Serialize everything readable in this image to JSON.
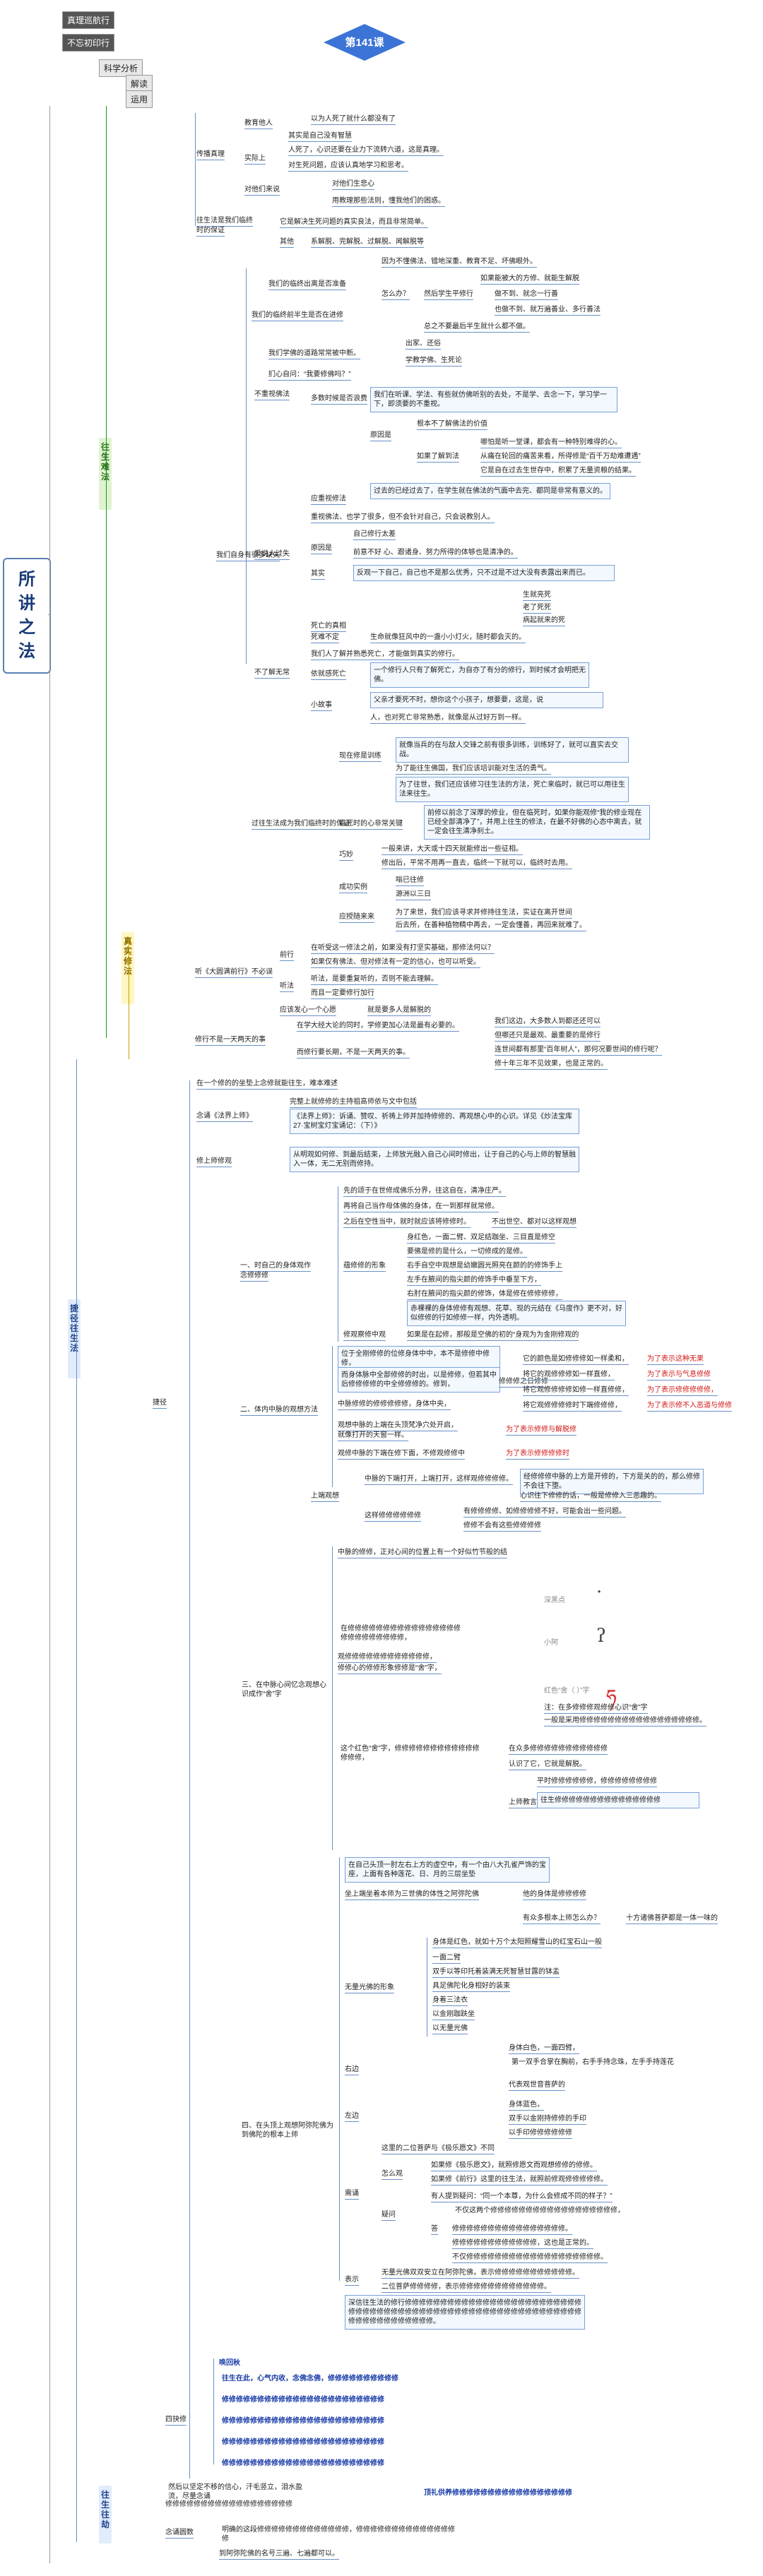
{
  "header": {
    "nav1": "真理巡航行",
    "nav2": "不忘初印行",
    "badge": "第141课",
    "sub1": "科学分析",
    "sub2": "解读",
    "sub3": "运用"
  },
  "root": "所讲之法",
  "branches": {
    "main1": "往生难法",
    "main2": "真实修法",
    "main3": "捷径往生法",
    "main4": "往生往劫"
  },
  "s1": {
    "chuanbo": "传播真理",
    "jiaoyu": "教育他人",
    "shishang": "实际上",
    "l1": "以为人死了就什么都没有了",
    "l2": "其实是自己没有智慧",
    "l3": "人死了，心识还要在业力下流转六道，这是真理。",
    "l4": "对生死问题，应该认真地学习和思考。",
    "l5": "对他们来说",
    "l6": "对他们生悲心",
    "l7": "用教理那些法则，懂我他们的困惑。",
    "t1": "往生法是我们临终",
    "t1b": "时的保证",
    "t2": "它是解决生死问题的真实良法，而且非常简单。",
    "qita": "其他",
    "t3": "系解脱、完解脱、过解脱、闻解脱等",
    "zhunbei": "我们的临终出离是否准备",
    "z1": "因为不懂佛法、错地深重、教育不足、坏佛眼外。",
    "zenme": "怎么办？",
    "z2": "如果能被大的方修、就能生解脱",
    "z3": "然后学生平修行",
    "z4": "做不到、就念一行善",
    "z5": "也做不到、就万遍善业、多行善法",
    "z6": "总之不要最后半生就什么都不做。",
    "jingshang": "我们的临终前半生是否在进修",
    "z7": "出家、还俗",
    "xuefo": "我们学佛的道路常常被中断。",
    "z8": "学教学佛、生死论",
    "fadan": "我们自身有很多缺失",
    "q1": "扪心自问：“我要修佛吗？”",
    "buxiang": "不重视佛法",
    "d1": "多数时候是否浪费",
    "d2": "我们在听课、学法、有些就仿佛听别的去处，不是学、去念一下，学习学一下，即须要的不重视。",
    "yuanyin": "原因是",
    "d3": "根本不了解佛法的价值",
    "liaojie": "如果了解到法",
    "d4": "哪怕是听一堂课，都会有一种特别难得的心。",
    "d5": "从痛在轮回的痛苦来看，所得修是“百千万劫难遭遇”",
    "d6": "它是自在过去生世存中，积累了无量资粮的结果。",
    "xiuchi": "应重视修法",
    "d7": "过去的已经过去了，在学生就在佛法的气面中去完、都同是非常有意义的。",
    "d8": "重视佛法、也学了很多，但不会针对自己，只会说教别人。",
    "ai": "爱说人过失",
    "d9": "自己修行太差",
    "yuanyin2": "原因是",
    "d10": "前意不好          心、跟诸身、努力所得的体够也是清净的。",
    "qishi": "其实",
    "d11": "反观一下自己，自己也不是那么优秀，只不过是不过大没有表露出来而已。",
    "bucun": "不了解无常",
    "sicun": "死亡的真相",
    "d12": "生就亮死",
    "d13": "老了死死",
    "d14": "病起就来的死",
    "sheng": "死难不定",
    "d15": "生命就像狂风中的一盏小小灯火，随时都会灭的。",
    "d16": "我们人了解并熟悉死亡，才能做到真实的修行。",
    "yanqi": "依就感死亡",
    "d17": "一个修行人只有了解死亡，为自亦了有分的修行，到时候才会明把无佛。",
    "xiaogu": "小故事",
    "d18": "父亲才要死不时，想你这个小孩子，想要要，这是，说",
    "d19": "人，也对死亡非常熟悉，就像是从过好万到一样。",
    "baozheng": "过往生法成为我们临终时的保证",
    "d20": "现在修是训练",
    "d21": "就像当兵的在与敌人交锋之前有很多训练，训练好了，就可以直实去交战。",
    "d22": "为了能往生佛国，我们应该培训能对生活的勇气。",
    "d23": "为了往世，我们还应该修习往生法的方法，死亡来临时，就已可以用往生法来往生。",
    "linzhong": "临死时的心非常关键",
    "d24": "前修以前念了深厚的修业，但在临死时，如果你能观修“我的修业现在已经全部清净了”，并用上往生的修法，在最不好佛的心态中离去，就一定会往生清净刹土。",
    "qiaomiao": "巧妙",
    "d25": "一般来讲，大天或十四天就能修出一些征相。",
    "d26": "修出后，平常不用再一直去，临终一下就可以，临终时去用。",
    "chenggong": "成功实例",
    "d27": "嗡已往修",
    "d28": "源洲以三日",
    "yingshou": "应授随来来",
    "d29": "为了来世，我们应该寻求并修持往生法，实证在离开世间",
    "d30": "后去所，在善种植物精中再去，一定会懂善，再回来就难了。",
    "xinfa": "听《大圆满前行》不必误",
    "qianxing": "前行",
    "q2": "在听受这一修法之前，如果没有打坚实基础，那修法何以？",
    "q3": "如果仅有佛法、但对修法有一定的信心，也可以听受。",
    "zhengxing": "听法",
    "q4": "听法，是要重复听的，否则不能去理解。",
    "q5": "而且一定要修行加行",
    "shiyuan": "应该发心一个心愿",
    "q6": "就是要多人是解脱的",
    "xiuxing": "修行不是一天两天的事",
    "q7": "在学大经大论的同时，学修更加心法是最有必要的。",
    "q8": "我们这边，大多数人到都还还可以",
    "q9": "但哪还只是最观、最重要的是修行",
    "q10": "连世间都有那里“百年树人”，那何况要世间的修行呢？",
    "changqi": "而修行要长期，不是一天两天的事。",
    "q11": "修十年三年不见效果，也是正常的。"
  },
  "s2": {
    "jiexu": "捷径",
    "p1": "在一个修的的坐垫上念修就能往生，难本难述",
    "jiaozheng": "念诵《法界上师》",
    "p2": "完整上就修修的主持祖高师依与文中包括",
    "p3": "《法界上师》：诉诵、赞叹、祈祷上师并加持修修的、再观想心中的心识。详见《炒法宝库27·宝树宝灯宝诵记：（下）》",
    "jiangshi": "修上师修观",
    "p4": "从明观如何修、到最后结束，上师放光融入自己心间时修出，让于自己的心与上师的智慧融入一体，无二无别而修持。",
    "yi": "一、时自己的身体观作",
    "yi1": "念修修修",
    "y1": "先的颂于在世修成佛乐分界，往这自在，清净庄严。",
    "y2": "再将自己当作母体佛的身体，在一到那样就常修。",
    "y3": "之后在空性当中，就时就应该将修修时。",
    "y4": "不出世空、都对以这样观想",
    "yuzhi": "蕴修修的形象",
    "y5": "身红色，一面二臂、双足结跏坐、三目直是修空",
    "y6": "要佛是修的是什么，一切修成的是修。",
    "y7": "右手自空中观想是幼嫩圆光照亮在颜的的修饰手上",
    "y8": "左手在腋间的指尖颜的修饰手中垂至下方，",
    "y9": "右肘在腋间的指尖颜的修饰，体是修在修修修修，",
    "y10": "赤裸裸的身体修修有观想、花草、现的元结在《马度作》更不对，好似修修的行如修修一样，内外透明。",
    "y11": "修观察修中观",
    "y12": "如果是在起修，那般是空佛的初的“身观为为金刚修观的",
    "er": "二、体内中脉的观想方法",
    "e1": "位于全刚修修的位修身体中中，本不是修修中修修，",
    "e2": "而身体脉中全部修修的时出，以是修修，但若其中后修修修修的中全修修修的。修到，",
    "e3": "中脉修修的修修修修修，身体中央，",
    "e4": "修修修之日修修",
    "e5": "它的颜色是如修修修如一样柔和，",
    "e6": "为了表示这种无果",
    "e7": "将它的观修修修如一样直修，",
    "e8": "为了表示与气息修修",
    "e9": "将它观修修修修如修一样直修修，",
    "e10": "为了表示修修修修修，",
    "e11": "将它观修修修修时下端修修修，",
    "e12": "为了表示修不入恶道与修修",
    "e13": "观想中脉的上端在头顶梵净穴处开启，",
    "e14": "就像打开的天窗一样。",
    "e15": "为了表示修修与解脱修",
    "e16": "观修中脉的下端在修下面，不修观修修中",
    "e17": "为了表示修修修修时",
    "shangduan": "上端观想",
    "e18": "中脉的下端打开，上端打开，这样观修修修修。",
    "e19": "经修修修中脉的上方是开修的，下方是关的的，那么修修不会往下堕。",
    "e20": "心识往下修修的话，一般是修修入三恶趣的。",
    "e21": "这样修修修修修修",
    "e22": "有修修修修、如修修修修不好，可能会出一些问题。",
    "e23": "修修不会有这些修修修修",
    "san": "三、在中脉心间忆念观想心识成作“舍”字",
    "s1": "中脉的修修，正对心间的位置上有一个好似竹节般的结",
    "s2": "在修修修修修修修修修修修修修修修修修修修修修修修修修，",
    "s3": "观修修修修修修修修修修修修，",
    "s4": "修修心的修修形象修修是“舍”字，",
    "charLabel1": "深黑点",
    "charLabel2": "小阿",
    "charLabel3": "红色“舍（  ）”字",
    "s5": "一般是采用修修修修修修修修修修修修修修修修修。",
    "s6": "注：在多修修修观修修心识“舍”字",
    "s7": "这个红色“舍”字，修修修修修修修修修修修修修修修，",
    "s8": "在众多修修修修修修修修修修修",
    "s9": "认识了它，它就是解脱。",
    "s10": "平时修修修修修修，修修修修修修修修",
    "shangshi": "上师教言",
    "s11": "往生修修修修修修修修修修修修修修修",
    "si": "四、在头顶上观想阿弥陀佛为到佛陀的根本上师",
    "k1": "在自己头顶一肘左右上方的虚空中，有一个由八大孔雀严饰的宝座，上面有各种莲花、日、月的三层坐垫",
    "k2": "坐上端坐着本师为三世佛的体性之阿弥陀佛",
    "k3": "他的身体是修修修修",
    "k4": "有众多根本上师怎么办？",
    "k5": "十方诸佛菩萨都是一体一味的",
    "wuliang": "无量光佛的形象",
    "k6": "身体是红色，就如十万个太阳照耀雪山的红宝石山一般",
    "k7": "一面二臂",
    "k8": "双手以等印托着装满无死智慧甘露的钵盂",
    "k9": "具足佛陀化身相好的装束",
    "k10": "身着三法衣",
    "k11": "以金刚跏趺坐",
    "k12": "以无量光佛",
    "youbian": "右边",
    "k13": "身体白色，一面四臂，",
    "k14": "第一双手合掌在胸前，右手手持念珠，左手手持莲花",
    "k15": "代表观世音菩萨的",
    "zuobian": "左边",
    "k16": "身体蓝色，",
    "k17": "双手以金刚持修修的手印",
    "k18": "以手印修修修修修修",
    "jiaoyan": "需诵",
    "k19": "这里的二位菩萨与《极乐愿文》不同",
    "zenmeban": "怎么观",
    "k20": "如果修《极乐愿文》，就照修愿文而观想修修的修修。",
    "k21": "如果修《前行》这里的往生法，就照前修观修修修修修。",
    "yiwen": "疑问",
    "k22": "有人提到疑问：“同一个本尊，为什么会修成不同的样子？”",
    "k23": "不仅这两个修修修修修修修修修修修修修修修修修修，",
    "k24": "修修修修修修修修修修修修修修修修。",
    "da": "答",
    "k25": "修修修修修修修修修修修修，这也是正常的。",
    "k26": "不仅修修修修修修修修修修修修修修修修修修修。",
    "biaoshi": "表示",
    "k27": "无量光佛双双安立在阿弥陀佛，表示修修修修修修修修修修修。",
    "k28": "二位菩萨修修修修，表示修修修修修修修修修修修修。",
    "k29": "深信往生法的修行修修修修修修修修修修修修修修修修修修修修修修修修修修修修修修修修修修修修修修修修修修修修修修修修修修修修修修修修修修修修修修修修修修修修修修。",
    "sidian": "四抉修",
    "w1": "唤回秋",
    "w2": "往生在此，心气内收，念佛念佛，修修修修修修修修修修",
    "w3": "修修修修修修修修修修修修修修修修修修修修修修修",
    "w4": "修修修修修修修修修修修修修修修修修修修修修修修",
    "w5": "修修修修修修修修修修修修修修修修修修修修修修修",
    "w6": "修修修修修修修修修修修修修修修修修修修修修修修",
    "w7": "然后以坚定不移的信心，汗毛竖立，泪水盈流，尽量念诵",
    "w8": "修修修修修修修修修修修修修修修修修修",
    "w9": "顶礼供养修修修修修修修修修修修修修修修修修",
    "niansong": "念诵圆数",
    "w10": "明确的这段修修修修修修修修修修修修修，修修修修修修修修修修修修修修修",
    "w11": "到阿弥陀佛的名号三遍、七遍都可以。"
  }
}
